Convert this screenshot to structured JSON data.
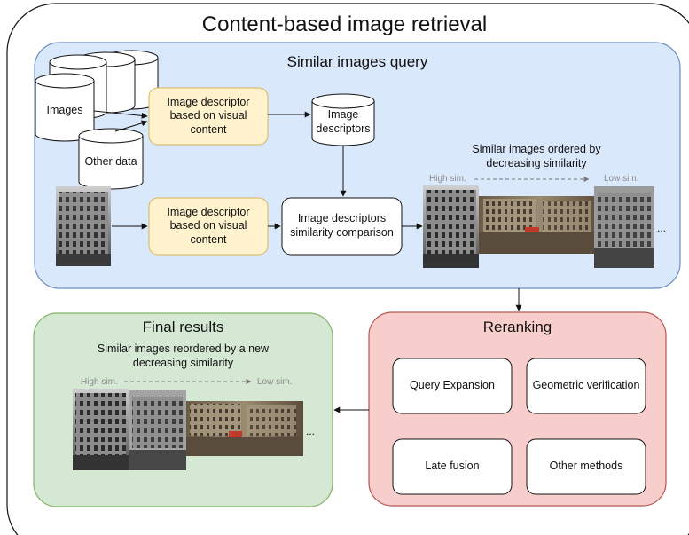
{
  "title": "Content-based image retrieval",
  "query_panel": {
    "title": "Similar images query",
    "images_db_label": "Images",
    "other_data_label": "Other data",
    "descriptor_label": "Image descriptor based on visual content",
    "descriptors_db_label": "Image descriptors",
    "comparison_label": "Image descriptors similarity comparison",
    "ordered_caption": "Similar images ordered by decreasing similarity",
    "high_sim": "High sim.",
    "low_sim": "Low sim.",
    "ellipsis": "..."
  },
  "final_panel": {
    "title": "Final results",
    "caption": "Similar images reordered by a new decreasing similarity",
    "high_sim": "High sim.",
    "low_sim": "Low sim.",
    "ellipsis": "..."
  },
  "reranking_panel": {
    "title": "Reranking",
    "methods": [
      "Query Expansion",
      "Geometric verification",
      "Late fusion",
      "Other methods"
    ]
  },
  "colors": {
    "query_fill": "#dae8fc",
    "query_stroke": "#6c8ebf",
    "descriptor_fill": "#fff2cc",
    "descriptor_stroke": "#d6b656",
    "final_fill": "#d5e8d4",
    "final_stroke": "#82b366",
    "rerank_fill": "#f8cecc",
    "rerank_stroke": "#b85450"
  }
}
